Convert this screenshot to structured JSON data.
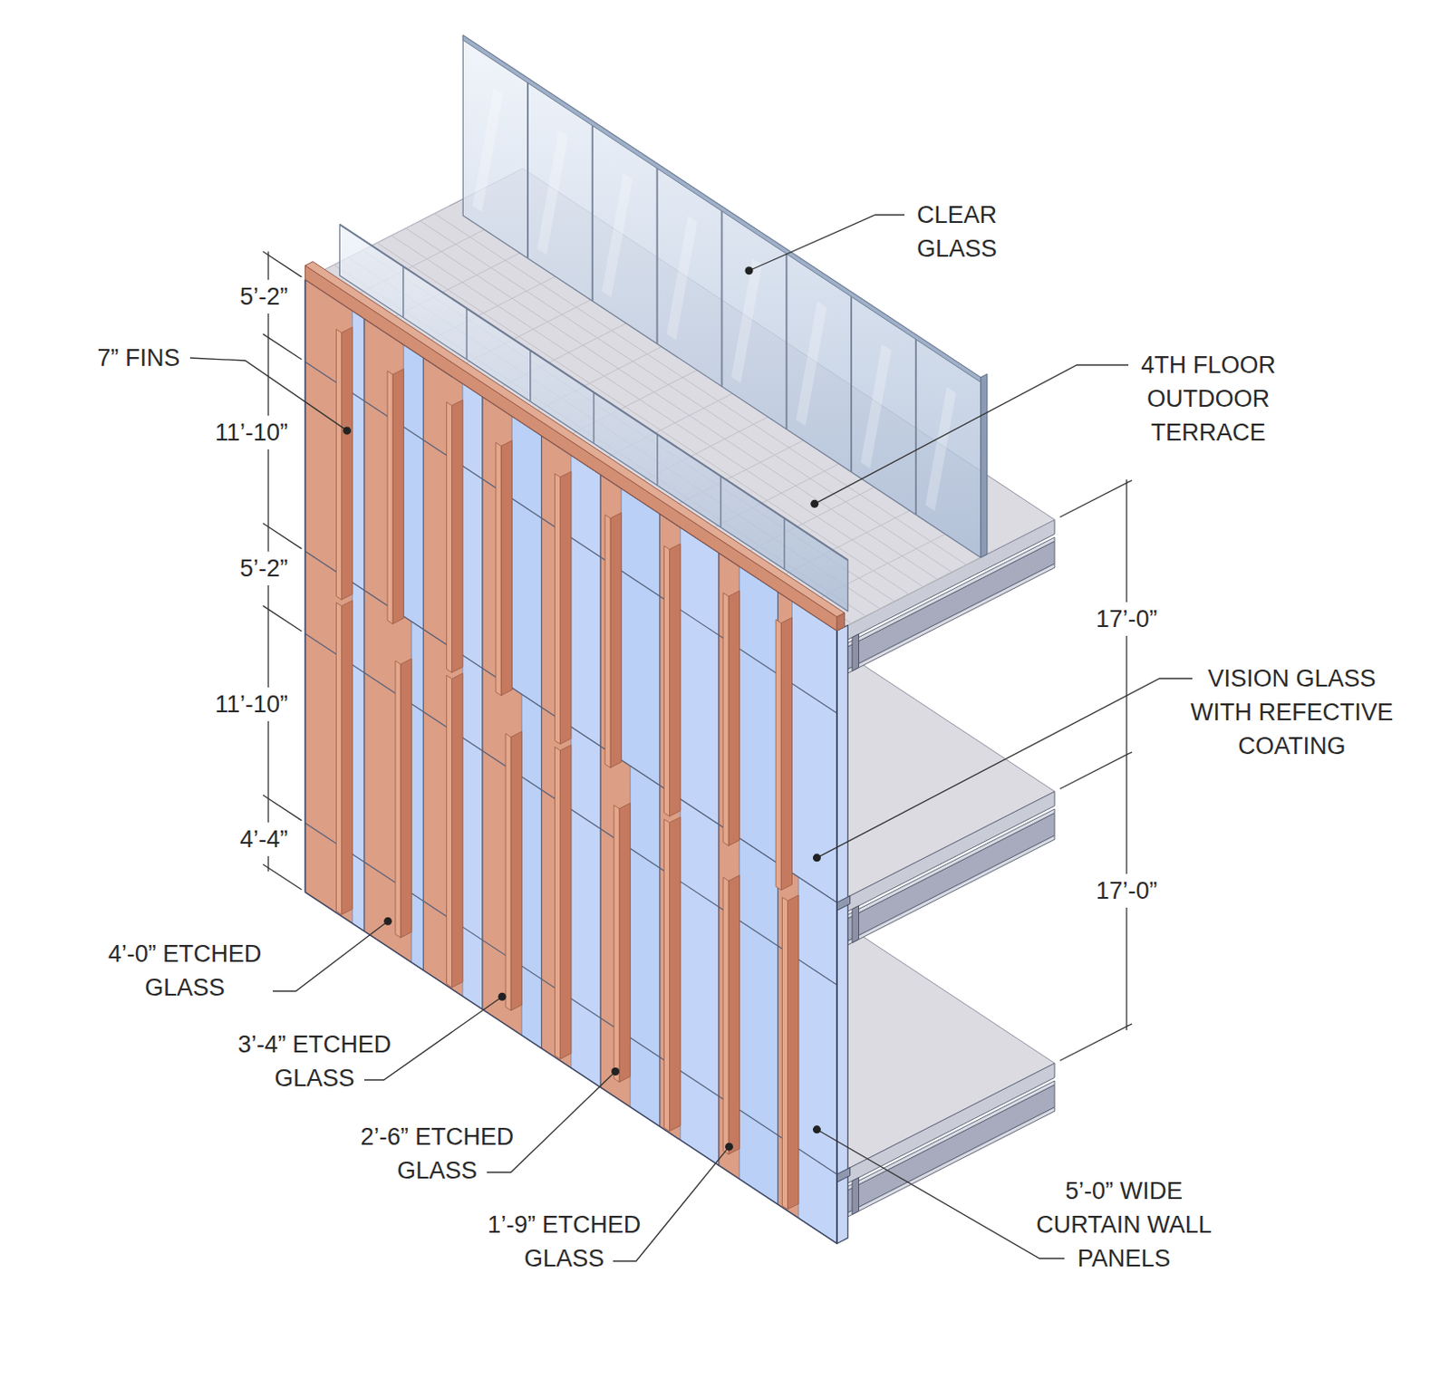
{
  "diagram": {
    "labels": [
      "5’-2”",
      "7” FINS",
      "11’-10”",
      "5’-2”",
      "11’-10”",
      "4’-4”",
      "4’-0” ETCHED GLASS",
      "3’-4” ETCHED GLASS",
      "2’-6” ETCHED GLASS",
      "1’-9” ETCHED GLASS",
      "CLEAR GLASS",
      "4TH FLOOR OUTDOOR TERRACE",
      "17’-0”",
      "VISION GLASS WITH REFECTIVE COATING",
      "17’-0”",
      "5’-0” WIDE CURTAIN WALL PANELS"
    ]
  }
}
